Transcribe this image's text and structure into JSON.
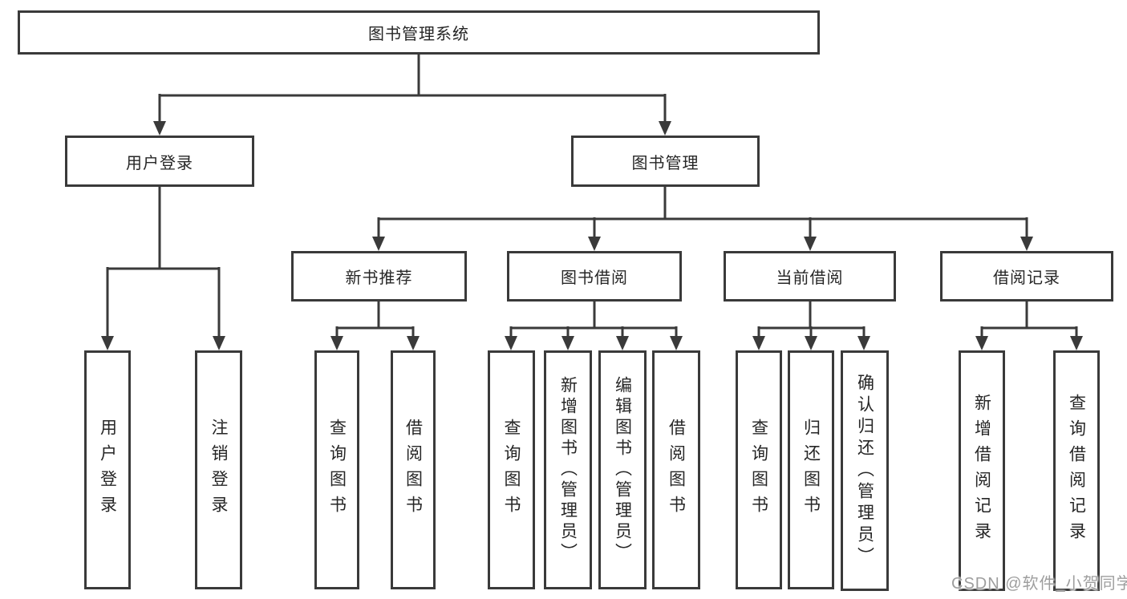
{
  "diagram": {
    "root": {
      "label": "图书管理系统"
    },
    "level2": [
      {
        "label": "用户登录",
        "children": [
          "用户登录",
          "注销登录"
        ]
      },
      {
        "label": "图书管理",
        "sections": [
          {
            "label": "新书推荐",
            "children": [
              "查询图书",
              "借阅图书"
            ]
          },
          {
            "label": "图书借阅",
            "children": [
              "查询图书",
              "新增图书（管理员）",
              "编辑图书（管理员）",
              "借阅图书"
            ]
          },
          {
            "label": "当前借阅",
            "children": [
              "查询图书",
              "归还图书",
              "确认归还（管理员）"
            ]
          },
          {
            "label": "借阅记录",
            "children": [
              "新增借阅记录",
              "查询借阅记录"
            ]
          }
        ]
      }
    ]
  },
  "watermark": {
    "text": "CSDN @软件_小贺同学"
  },
  "colors": {
    "line": "#3a3a3a",
    "text": "#262626",
    "watermark": "#9e9e9e",
    "background": "#ffffff"
  }
}
